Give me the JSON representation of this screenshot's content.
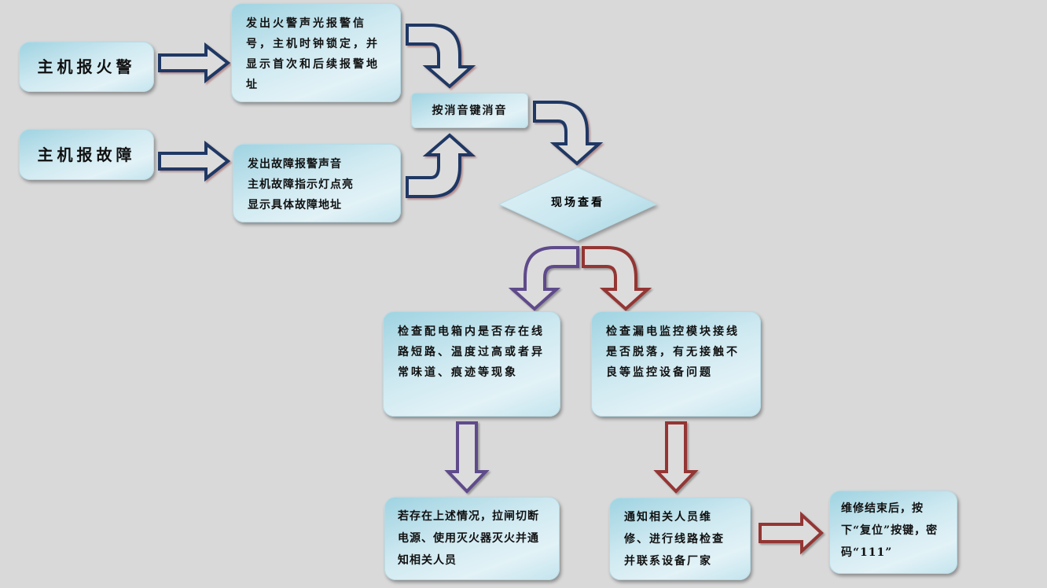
{
  "nodes": {
    "host_fire": "主机报火警",
    "host_fault": "主机报故障",
    "fire_actions": "发出火警声光报警信号，主机时钟锁定，并显示首次和后续报警地址",
    "fault_actions": [
      "发出故障报警声音",
      "主机故障指示灯点亮",
      "显示具体故障地址"
    ],
    "silence": "按消音键消音",
    "inspect": "现场查看",
    "check_box": "检查配电箱内是否存在线路短路、温度过高或者异常味道、痕迹等现象",
    "check_module": "检查漏电监控模块接线是否脱落，有无接触不良等监控设备问题",
    "cut_power": "若存在上述情况，拉闸切断电源、使用灭火器灭火并通知相关人员",
    "notify_repair": "通知相关人员维修、进行线路检查并联系设备厂家",
    "reset": "维修结束后，按下“复位”按键，密码“111”"
  },
  "colors": {
    "navy": "#1f3864",
    "purple": "#5f4b8b",
    "red": "#943634",
    "box": "#cfe9f1",
    "background": "#d9d9d9"
  }
}
